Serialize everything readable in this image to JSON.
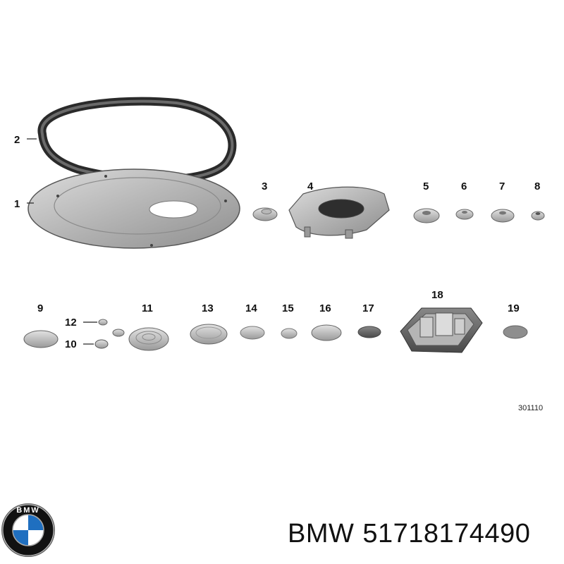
{
  "labels": {
    "p1": "1",
    "p2": "2",
    "p3": "3",
    "p4": "4",
    "p5": "5",
    "p6": "6",
    "p7": "7",
    "p8": "8",
    "p9": "9",
    "p10": "10",
    "p11": "11",
    "p12": "12",
    "p13": "13",
    "p14": "14",
    "p15": "15",
    "p16": "16",
    "p17": "17",
    "p18": "18",
    "p19": "19"
  },
  "drawing_number": "301110",
  "caption": {
    "brand": "BMW",
    "part_number": "51718174490"
  },
  "logo": {
    "text": "BMW",
    "colors": {
      "blue": "#1f6fc0",
      "white": "#ffffff",
      "ring": "#111111"
    }
  }
}
